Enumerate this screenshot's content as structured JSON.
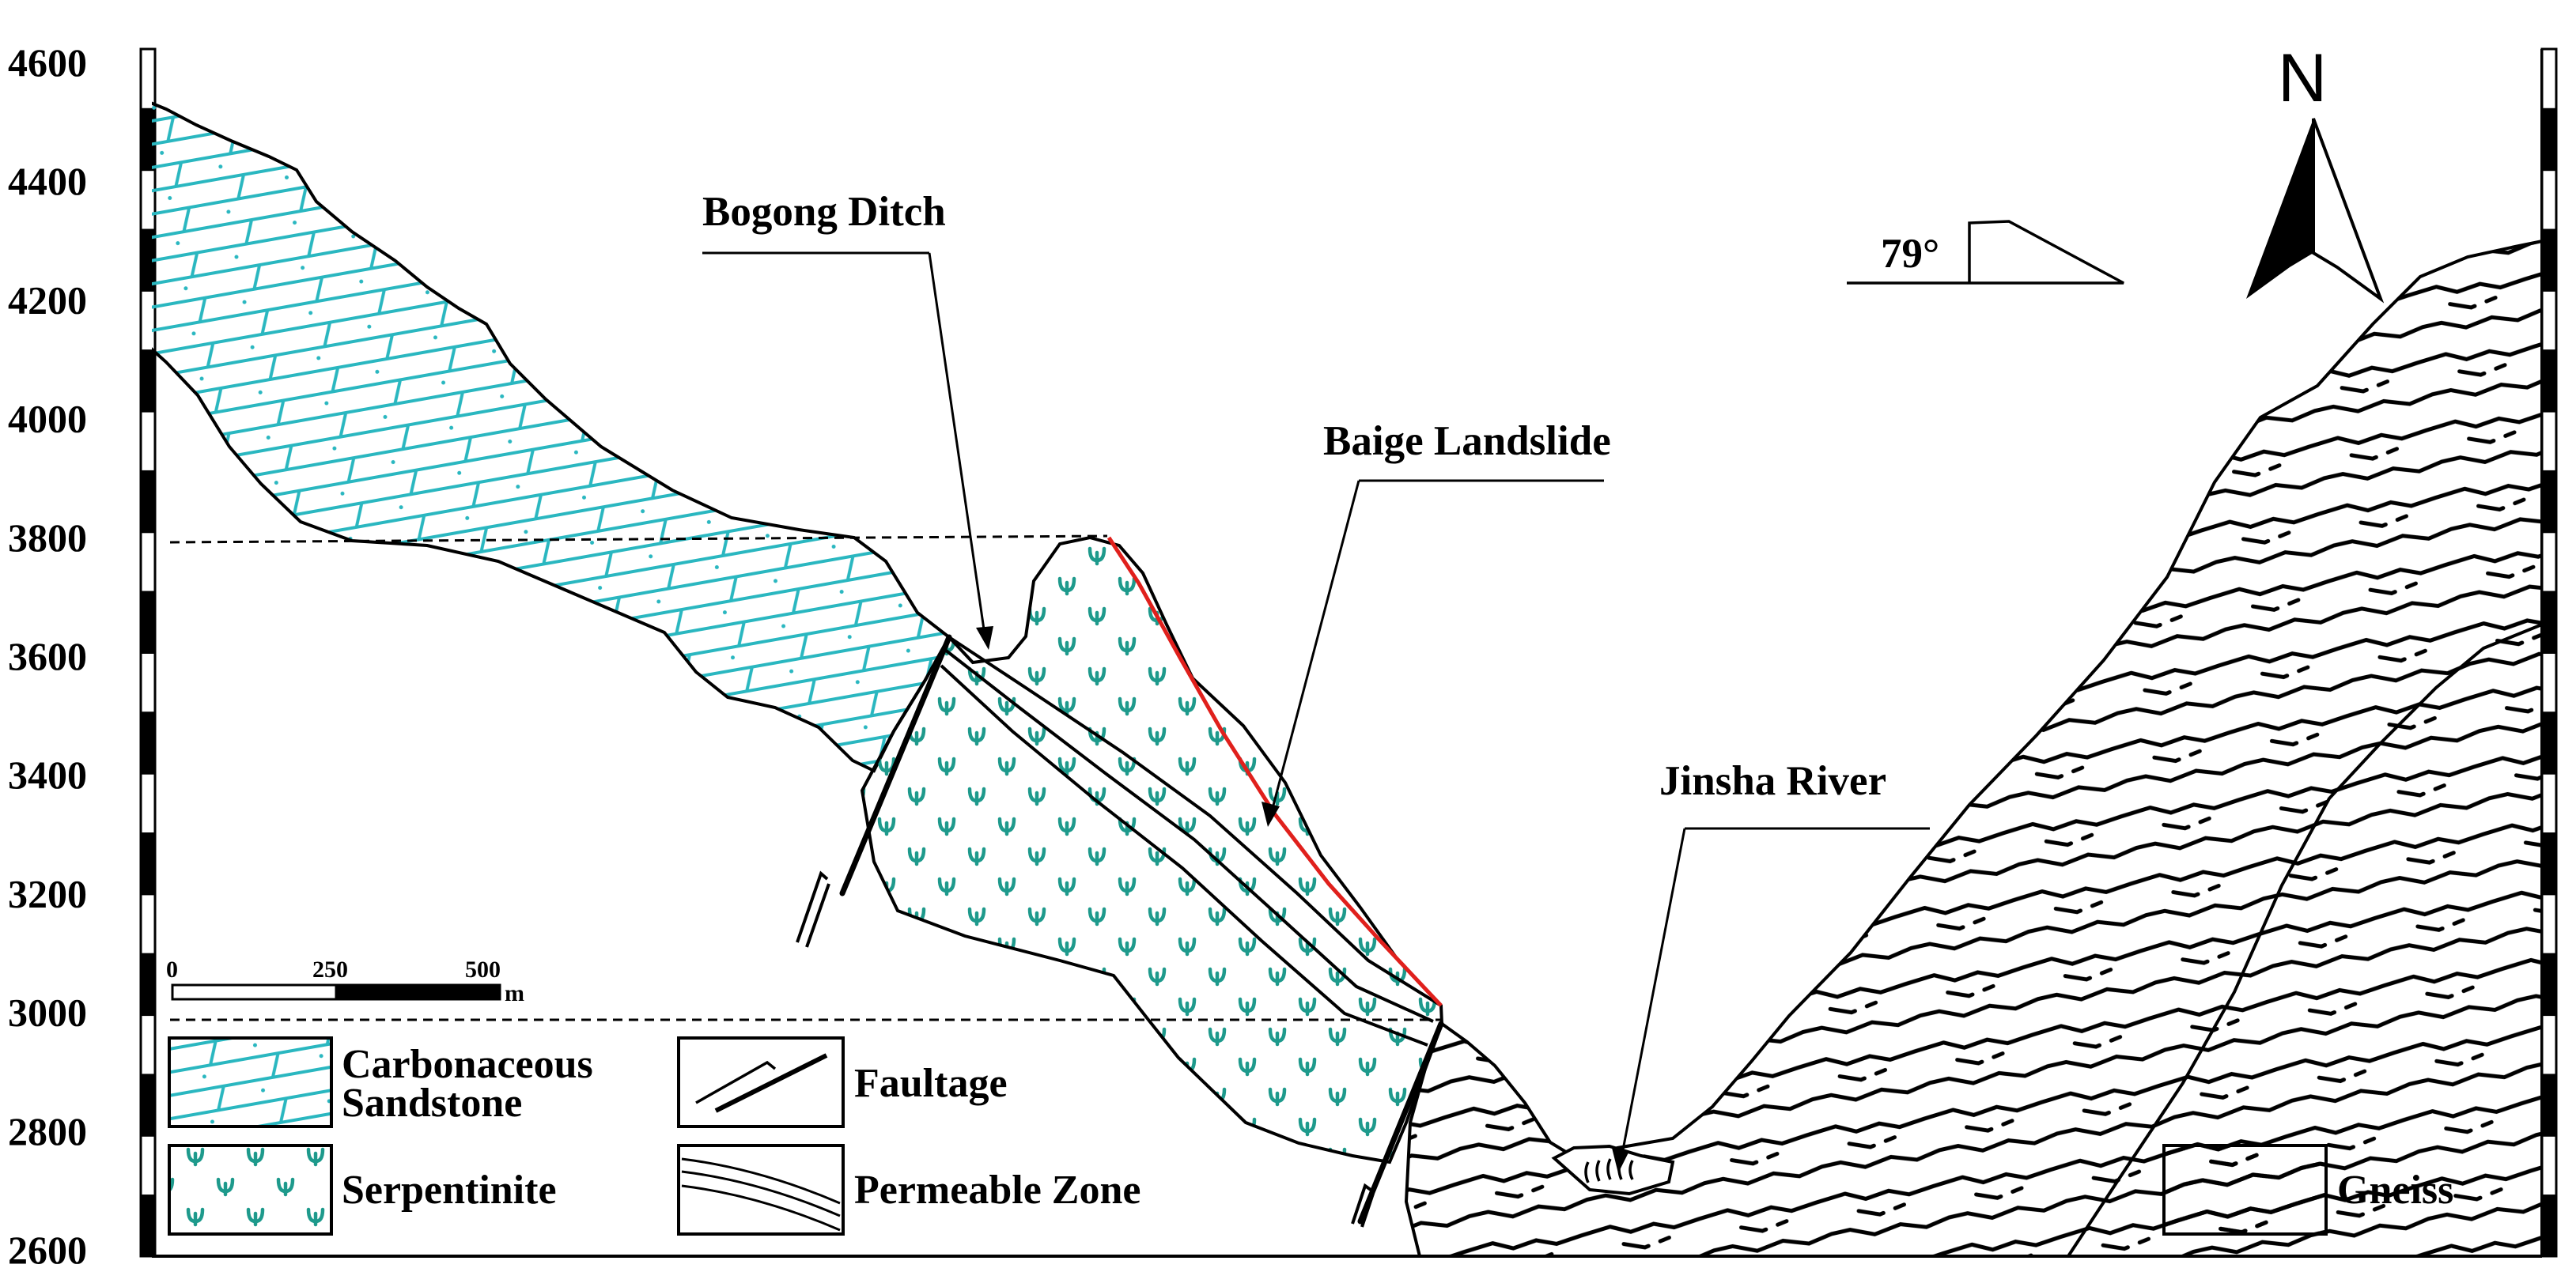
{
  "y_axis": {
    "ticks": [
      "4600",
      "4400",
      "4200",
      "4000",
      "3800",
      "3600",
      "3400",
      "3200",
      "3000",
      "2800",
      "2600"
    ]
  },
  "labels": {
    "bogong_ditch": "Bogong Ditch",
    "baige_landslide": "Baige Landslide",
    "jinsha_river": "Jinsha River",
    "dip_angle": "79°",
    "north": "N"
  },
  "scale_bar": {
    "tick_0": "0",
    "tick_1": "250",
    "tick_2": "500",
    "unit": "m"
  },
  "legend": {
    "carbonaceous_sandstone_line1": "Carbonaceous",
    "carbonaceous_sandstone_line2": "Sandstone",
    "serpentinite": "Serpentinite",
    "faultage": "Faultage",
    "permeable_zone": "Permeable Zone",
    "gneiss": "Gneiss"
  },
  "colors": {
    "sandstone_pattern": "#2ab7c0",
    "serpentinite_symbol": "#1e9a8c",
    "slip_surface": "#e0201c",
    "line": "#000000"
  }
}
